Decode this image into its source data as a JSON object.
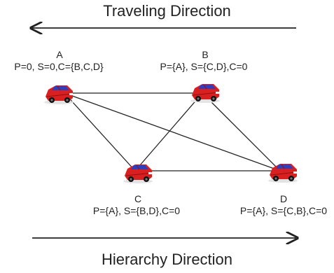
{
  "directions": {
    "top_label": "Traveling Direction",
    "bottom_label": "Hierarchy Direction"
  },
  "nodes": [
    {
      "id": "A",
      "label": "A",
      "info": "P=0, S=0,C={B,C,D}"
    },
    {
      "id": "B",
      "label": "B",
      "info": "P={A}, S={C,D},C=0"
    },
    {
      "id": "C",
      "label": "C",
      "info": "P={A}, S={B,D},C=0"
    },
    {
      "id": "D",
      "label": "D",
      "info": "P={A}, S={C,B},C=0"
    }
  ],
  "edges": [
    [
      "A",
      "B"
    ],
    [
      "A",
      "C"
    ],
    [
      "A",
      "D"
    ],
    [
      "B",
      "C"
    ],
    [
      "B",
      "D"
    ],
    [
      "C",
      "D"
    ]
  ],
  "colors": {
    "car_body": "#d91f1f",
    "car_dark": "#8f1010",
    "car_window": "#2b3fbf",
    "line": "#222222"
  },
  "icons": {
    "node": "car-icon",
    "top_arrow": "arrow-left-icon",
    "bottom_arrow": "arrow-right-icon"
  }
}
